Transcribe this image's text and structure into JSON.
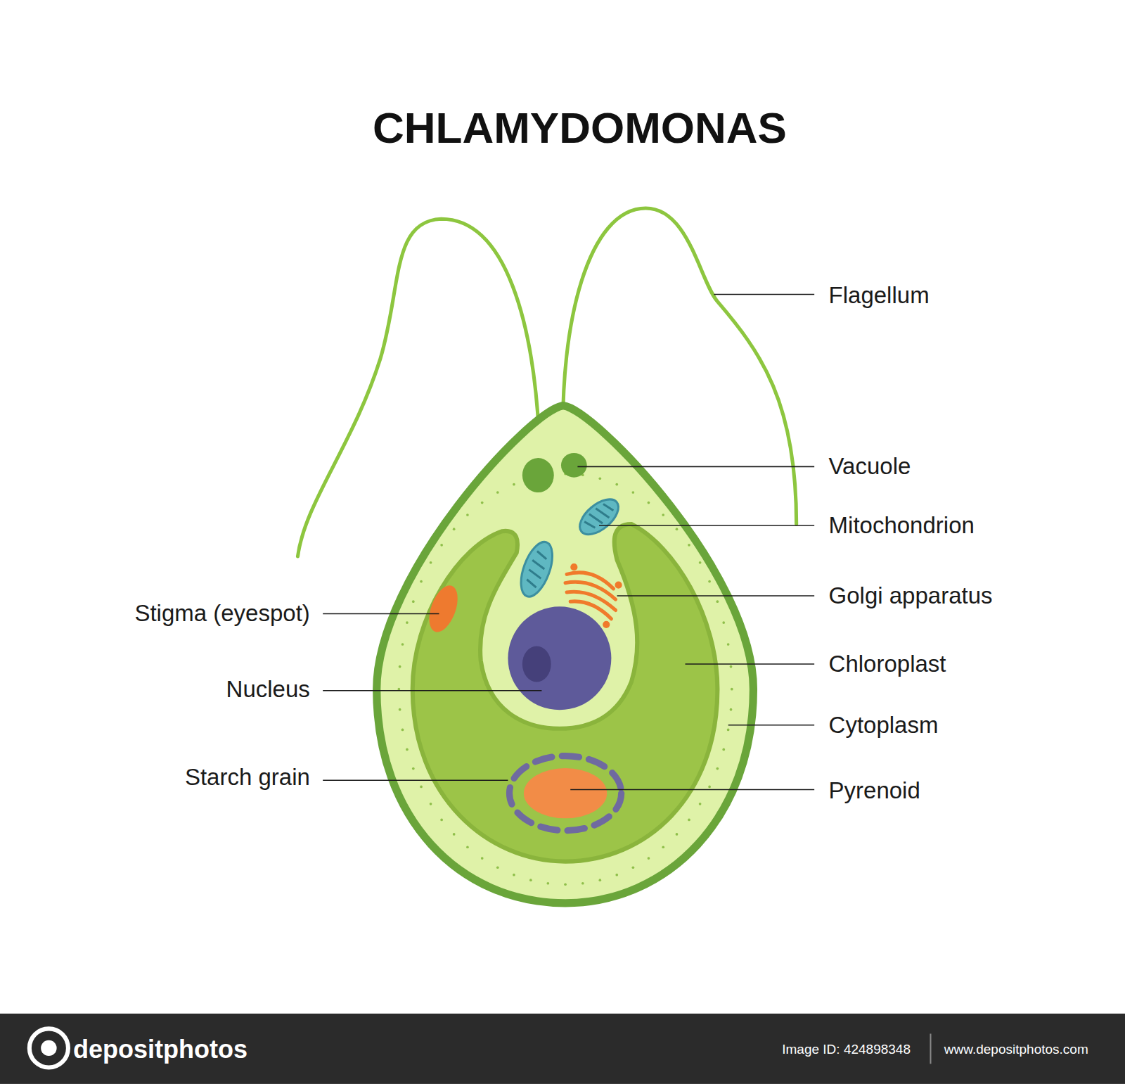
{
  "diagram": {
    "title": "CHLAMYDOMONAS",
    "labels": [
      "Flagellum",
      "Vacuole",
      "Mitochondrion",
      "Golgi apparatus",
      "Chloroplast",
      "Cytoplasm",
      "Pyrenoid",
      "Stigma (eyespot)",
      "Nucleus",
      "Starch grain",
      "depositphotos",
      "Image ID: 424898348",
      "www.depositphotos.com"
    ]
  }
}
